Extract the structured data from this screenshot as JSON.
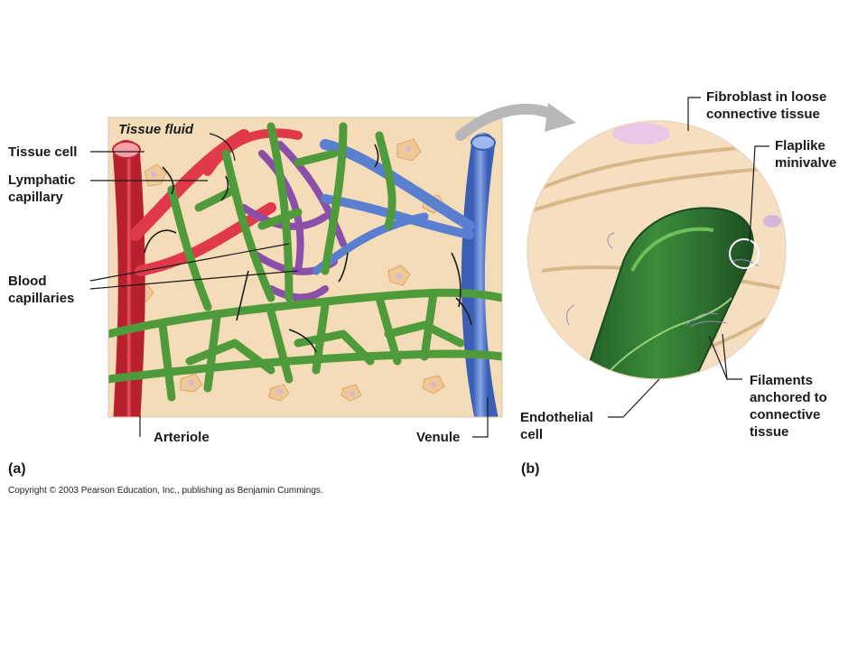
{
  "panel_a": {
    "letter": "(a)",
    "labels": {
      "tissue_fluid": "Tissue fluid",
      "tissue_cell": "Tissue cell",
      "lymphatic_capillary": [
        "Lymphatic",
        "capillary"
      ],
      "blood_capillaries": [
        "Blood",
        "capillaries"
      ],
      "arteriole": "Arteriole",
      "venule": "Venule"
    }
  },
  "panel_b": {
    "letter": "(b)",
    "labels": {
      "fibroblast": [
        "Fibroblast in loose",
        "connective tissue"
      ],
      "flaplike_minivalve": [
        "Flaplike",
        "minivalve"
      ],
      "filaments": [
        "Filaments",
        "anchored to",
        "connective",
        "tissue"
      ],
      "endothelial_cell": [
        "Endothelial",
        "cell"
      ]
    }
  },
  "copyright": "Copyright © 2003 Pearson Education, Inc., publishing as Benjamin Cummings.",
  "colors": {
    "tissue_bg": "#f4dcb8",
    "artery_red": "#e0394a",
    "vein_blue": "#5a7fd0",
    "capillary_purple": "#8a4fa8",
    "lymph_green": "#4f9a3a",
    "lymph_dark": "#2f6b2a",
    "zoom_arrow": "#b8b8b8"
  }
}
